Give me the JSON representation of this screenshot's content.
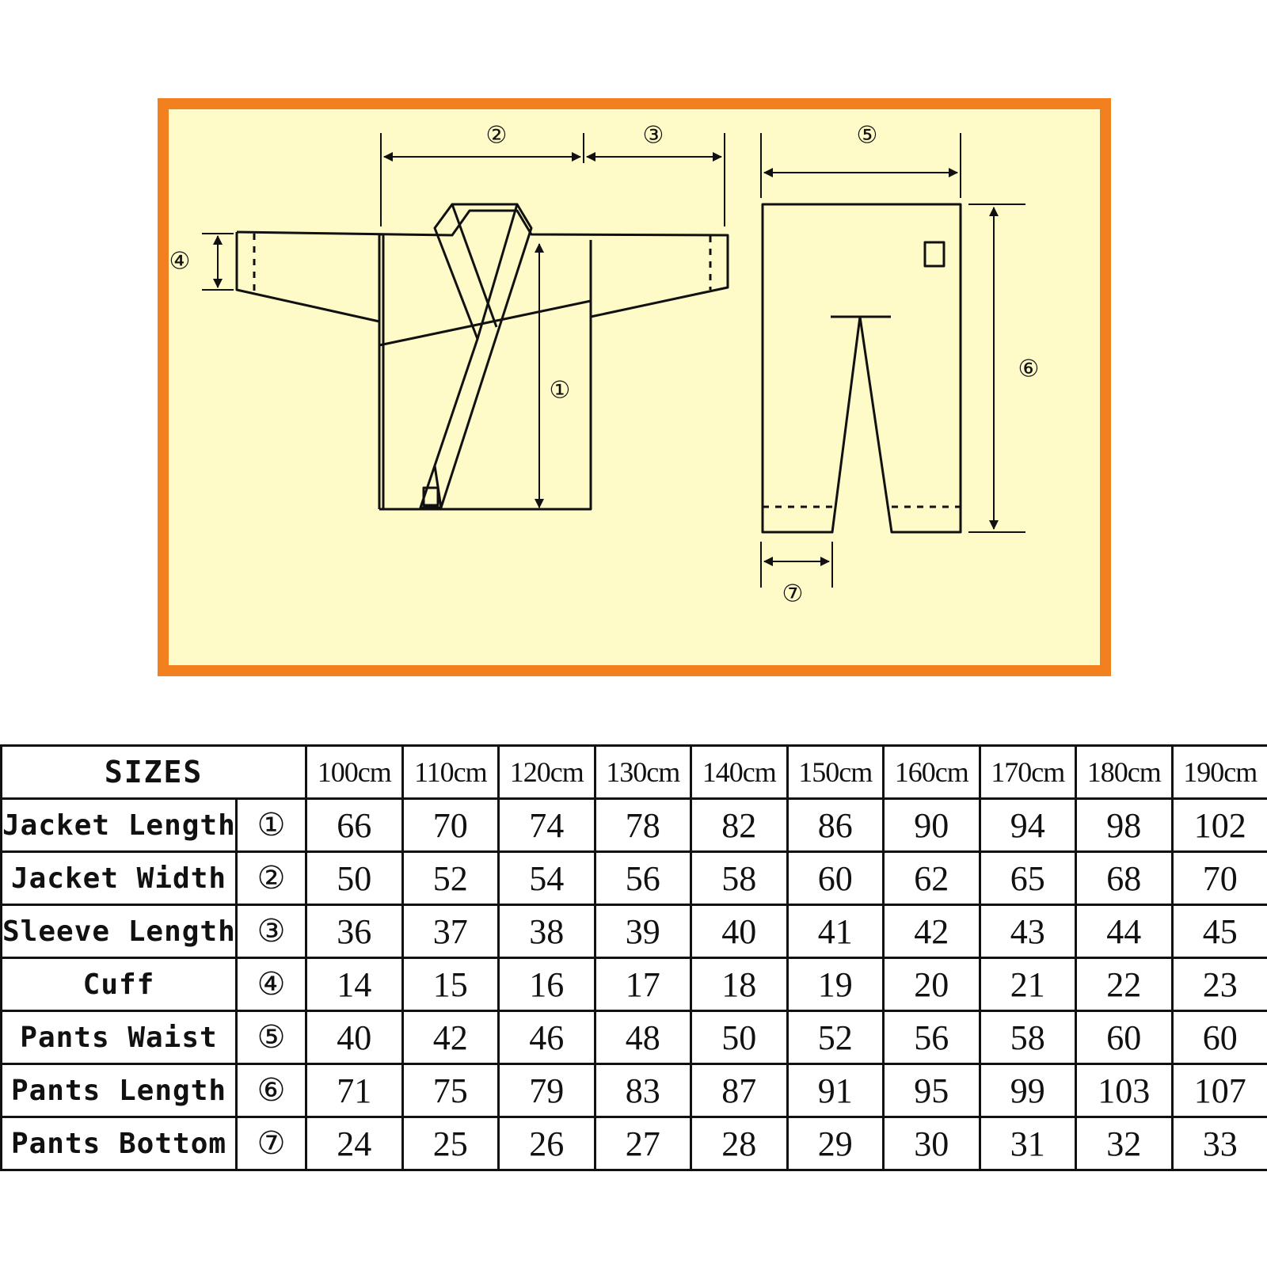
{
  "diagram": {
    "markers": [
      "①",
      "②",
      "③",
      "④",
      "⑤",
      "⑥",
      "⑦"
    ],
    "colors": {
      "frame": "#f2801e",
      "background": "#fefbc8",
      "line": "#111111"
    }
  },
  "table": {
    "sizes_header": "SIZES",
    "columns": [
      "100cm",
      "110cm",
      "120cm",
      "130cm",
      "140cm",
      "150cm",
      "160cm",
      "170cm",
      "180cm",
      "190cm"
    ],
    "rows": [
      {
        "label": "Jacket Length",
        "marker": "①",
        "values": [
          "66",
          "70",
          "74",
          "78",
          "82",
          "86",
          "90",
          "94",
          "98",
          "102"
        ]
      },
      {
        "label": "Jacket Width",
        "marker": "②",
        "values": [
          "50",
          "52",
          "54",
          "56",
          "58",
          "60",
          "62",
          "65",
          "68",
          "70"
        ]
      },
      {
        "label": "Sleeve Length",
        "marker": "③",
        "values": [
          "36",
          "37",
          "38",
          "39",
          "40",
          "41",
          "42",
          "43",
          "44",
          "45"
        ]
      },
      {
        "label": "Cuff",
        "marker": "④",
        "values": [
          "14",
          "15",
          "16",
          "17",
          "18",
          "19",
          "20",
          "21",
          "22",
          "23"
        ]
      },
      {
        "label": "Pants Waist",
        "marker": "⑤",
        "values": [
          "40",
          "42",
          "46",
          "48",
          "50",
          "52",
          "56",
          "58",
          "60",
          "60"
        ]
      },
      {
        "label": "Pants Length",
        "marker": "⑥",
        "values": [
          "71",
          "75",
          "79",
          "83",
          "87",
          "91",
          "95",
          "99",
          "103",
          "107"
        ]
      },
      {
        "label": "Pants Bottom",
        "marker": "⑦",
        "values": [
          "24",
          "25",
          "26",
          "27",
          "28",
          "29",
          "30",
          "31",
          "32",
          "33"
        ]
      }
    ]
  }
}
